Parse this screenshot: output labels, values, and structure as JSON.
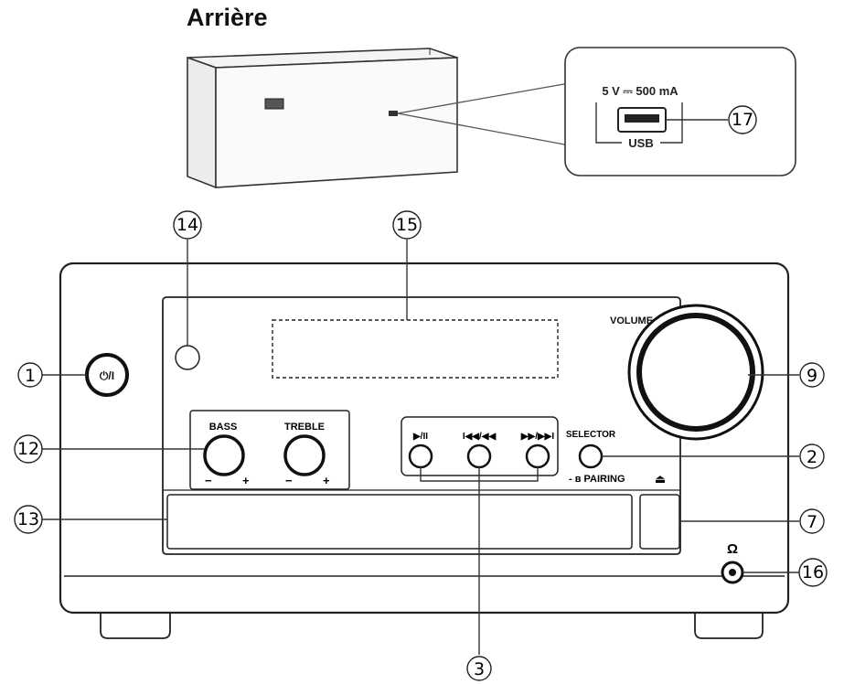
{
  "title": "Arrière",
  "rear": {
    "usb_rating": "5 V ⎓ 500 mA",
    "usb_label": "USB"
  },
  "front": {
    "volume_label": "VOLUME",
    "bass_label": "BASS",
    "treble_label": "TREBLE",
    "minus_sign": "−",
    "plus_sign": "+",
    "selector_label": "SELECTOR",
    "pairing_label": "- ʙ PAIRING",
    "eject_symbol": "⏏",
    "headphone_symbol": "Ω",
    "power_symbol": "⏻/I",
    "play_pause_symbol": "▶/II",
    "prev_symbol": "I◀◀/◀◀",
    "next_symbol": "▶▶/▶▶I"
  },
  "callouts": [
    "1",
    "2",
    "3",
    "7",
    "9",
    "12",
    "13",
    "14",
    "15",
    "16",
    "17"
  ]
}
